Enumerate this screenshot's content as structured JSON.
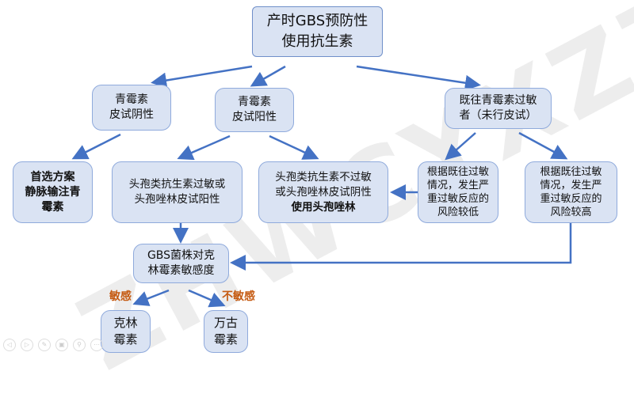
{
  "watermark": "ZHWCYXZZ",
  "title": {
    "line1": "产时GBS预防性",
    "line2": "使用抗生素"
  },
  "neg": {
    "line1": "青霉素",
    "line2": "皮试阴性"
  },
  "pos": {
    "line1": "青霉素",
    "line2": "皮试阳性"
  },
  "allergy": {
    "line1": "既往青霉素过敏",
    "line2": "者（未行皮试）"
  },
  "first": {
    "line1": "首选方案",
    "line2": "静脉输注青",
    "line3": "霉素"
  },
  "ceph_allergy": {
    "line1": "头孢类抗生素过敏或",
    "line2": "头孢唑林皮试阳性"
  },
  "ceph_ok": {
    "line1": "头孢类抗生素不过敏",
    "line2": "或头孢唑林皮试阴性",
    "line3": "使用头孢唑林"
  },
  "low": {
    "line1": "根据既往过敏",
    "line2": "情况，发生严",
    "line3": "重过敏反应的",
    "line4": "风险较低"
  },
  "high": {
    "line1": "根据既往过敏",
    "line2": "情况，发生严",
    "line3": "重过敏反应的",
    "line4": "风险较高"
  },
  "gbs": {
    "line1": "GBS菌株对克",
    "line2": "林霉素敏感度"
  },
  "sensitive": "敏感",
  "insensitive": "不敏感",
  "clinda": {
    "line1": "克林",
    "line2": "霉素"
  },
  "vanco": {
    "line1": "万古",
    "line2": "霉素"
  },
  "colors": {
    "arrow": "#4472c4",
    "box": "#dae3f3",
    "label": "#c55a11"
  }
}
